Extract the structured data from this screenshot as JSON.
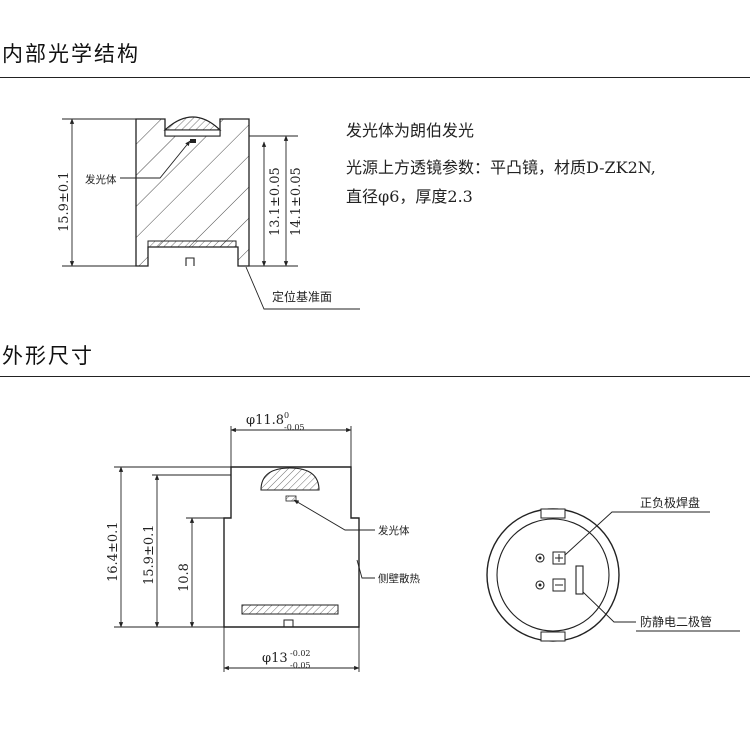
{
  "sections": {
    "internal": {
      "title": "内部光学结构",
      "labels": {
        "emitter": "发光体",
        "datum_face": "定位基准面",
        "dim_total": "15.9±0.1",
        "dim_inner_a": "13.1±0.05",
        "dim_inner_b": "14.1±0.05"
      },
      "notes": {
        "line1": "发光体为朗伯发光",
        "line2": "光源上方透镜参数：平凸镜，材质D-ZK2N,",
        "line3": "直径φ6，厚度2.3"
      }
    },
    "outline": {
      "title": "外形尺寸",
      "labels": {
        "top_dia": "φ11.8",
        "top_dia_upper": "0",
        "top_dia_lower": "-0.05",
        "bottom_dia": "φ13",
        "bottom_dia_upper": "-0.02",
        "bottom_dia_lower": "-0.05",
        "height_total": "16.4±0.1",
        "height_body": "15.9±0.1",
        "height_side": "10.8",
        "emitter": "发光体",
        "side_heat": "侧壁散热",
        "pad_positive": "正负极焊盘",
        "tvs_diode": "防静电二极管"
      }
    }
  }
}
